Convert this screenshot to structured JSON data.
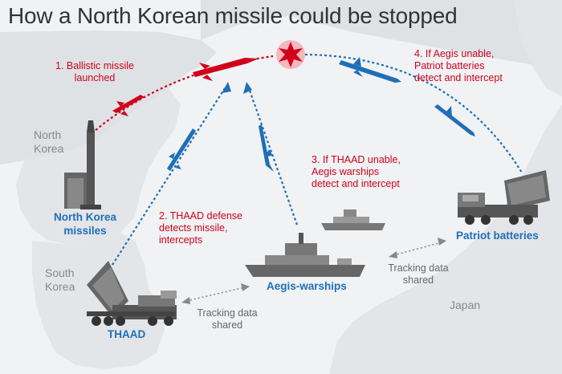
{
  "title": "How a North Korean missile could be stopped",
  "places": {
    "north_korea": "North\nKorea",
    "south_korea": "South\nKorea",
    "japan": "Japan"
  },
  "steps": {
    "step1": "1. Ballistic missile\nlaunched",
    "step2": "2. THAAD defense\ndetects missile,\nintercepts",
    "step3": "3. If THAAD unable,\nAegis warships\ndetect and intercept",
    "step4": "4. If Aegis unable,\nPatriot batteries\ndetect and intercept"
  },
  "assets": {
    "nk_missiles": "North Korea\nmissiles",
    "thaad": "THAAD",
    "aegis": "Aegis-warships",
    "patriot": "Patriot batteries"
  },
  "tracking": {
    "left": "Tracking data\nshared",
    "right": "Tracking data\nshared"
  },
  "colors": {
    "attack_red": "#d0021b",
    "defense_blue": "#1f6fb8",
    "land": "#dfe2e5",
    "sea": "#f0f2f4"
  }
}
